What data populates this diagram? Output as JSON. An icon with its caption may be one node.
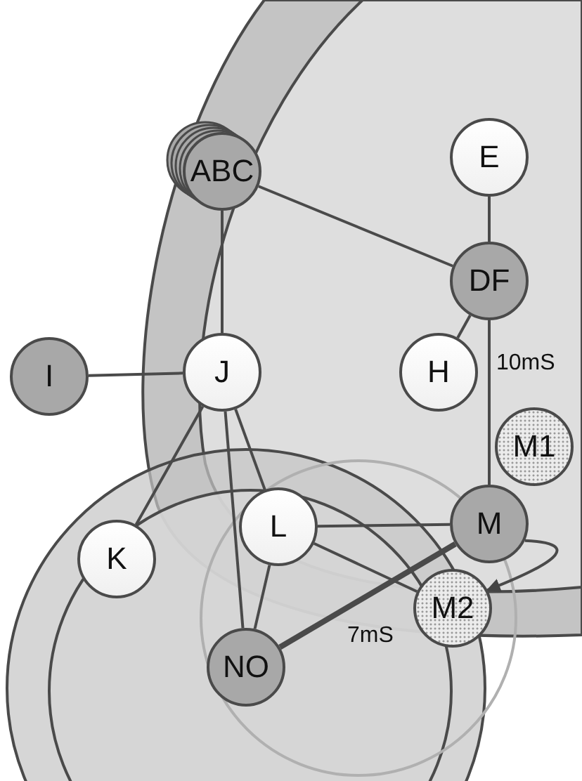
{
  "diagram": {
    "nodes": [
      {
        "text": [
          "ABC"
        ]
      },
      {
        "text": [
          "E"
        ]
      },
      {
        "text": [
          "DF"
        ]
      },
      {
        "text": [
          "I"
        ]
      },
      {
        "text": [
          "J"
        ]
      },
      {
        "text": [
          "H"
        ]
      },
      {
        "text": [
          "M1"
        ]
      },
      {
        "text": [
          "K"
        ]
      },
      {
        "text": [
          "L"
        ]
      },
      {
        "text": [
          "M"
        ]
      },
      {
        "text": [
          "M2"
        ]
      },
      {
        "text": [
          "NO"
        ]
      }
    ],
    "edges": [
      {
        "from": 0,
        "to": 4,
        "arrow": "none"
      },
      {
        "from": 0,
        "to": 2,
        "arrow": "none"
      },
      {
        "from": 1,
        "to": 2,
        "arrow": "none"
      },
      {
        "from": 2,
        "to": 5,
        "arrow": "none"
      },
      {
        "from": 2,
        "to": 9,
        "arrow": "none",
        "label": "10mS"
      },
      {
        "from": 3,
        "to": 4,
        "arrow": "none"
      },
      {
        "from": 4,
        "to": 7,
        "arrow": "none"
      },
      {
        "from": 4,
        "to": 11,
        "arrow": "none"
      },
      {
        "from": 4,
        "to": 8,
        "arrow": "none"
      },
      {
        "from": 8,
        "to": 9,
        "arrow": "none"
      },
      {
        "from": 8,
        "to": 10,
        "arrow": "none"
      },
      {
        "from": 8,
        "to": 11,
        "arrow": "none"
      },
      {
        "from": 11,
        "to": 9,
        "arrow": "none",
        "style": "thick",
        "label": "7mS"
      },
      {
        "from": 9,
        "to": 10,
        "arrow": "to"
      }
    ]
  }
}
